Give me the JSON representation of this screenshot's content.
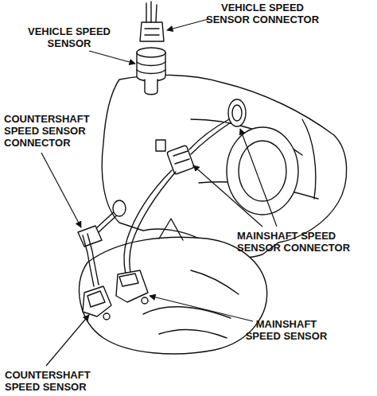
{
  "diagram": {
    "labels": [
      "VEHICLE SPEED SENSOR CONNECTOR",
      "VEHICLE SPEED SENSOR",
      "COUNTERSHAFT SPEED SENSOR CONNECTOR",
      "MAINSHAFT SPEED SENSOR CONNECTOR",
      "MAINSHAFT SPEED SENSOR",
      "COUNTERSHAFT SPEED SENSOR"
    ]
  }
}
